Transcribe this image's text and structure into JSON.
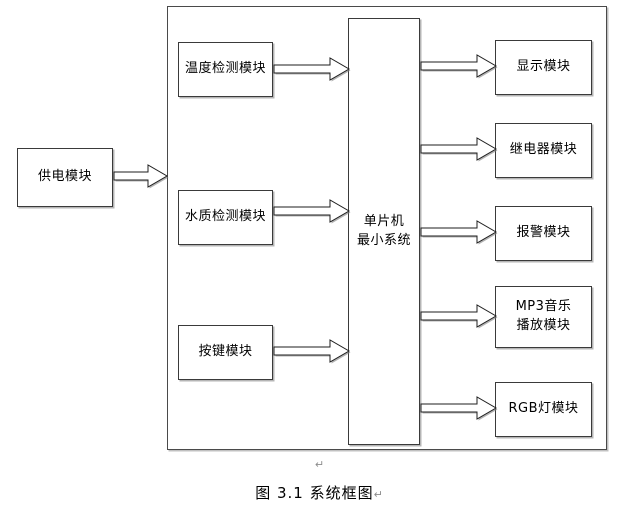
{
  "figure": {
    "type": "block-diagram",
    "caption": "图 3.1 系统框图",
    "caption_pilcrow": "↵",
    "caption_trailing_pilcrow": "↵",
    "colors": {
      "box_border": "#3a3a3a",
      "container_border": "#4a4a4a",
      "arrow_stroke": "#1e1e1e",
      "arrow_fill": "#ffffff",
      "background": "#ffffff",
      "text": "#000000",
      "pilcrow": "#8c8c8c"
    }
  },
  "blocks": {
    "power": {
      "label": "供电模块"
    },
    "mcu": {
      "label": "单片机\n最小系统"
    },
    "inputs": [
      {
        "id": "temp",
        "label": "温度检测模块"
      },
      {
        "id": "water",
        "label": "水质检测模块"
      },
      {
        "id": "key",
        "label": "按键模块"
      }
    ],
    "outputs": [
      {
        "id": "display",
        "label": "显示模块"
      },
      {
        "id": "relay",
        "label": "继电器模块"
      },
      {
        "id": "alarm",
        "label": "报警模块"
      },
      {
        "id": "mp3",
        "label": "MP3音乐\n播放模块"
      },
      {
        "id": "rgb",
        "label": "RGB灯模块"
      }
    ]
  },
  "connections": [
    {
      "id": "power-to-system",
      "from": "供电模块",
      "to": "系统",
      "style": "block-arrow",
      "direction": "right"
    },
    {
      "id": "temp-to-mcu",
      "from": "温度检测模块",
      "to": "单片机最小系统",
      "style": "block-arrow",
      "direction": "right"
    },
    {
      "id": "water-to-mcu",
      "from": "水质检测模块",
      "to": "单片机最小系统",
      "style": "block-arrow",
      "direction": "right"
    },
    {
      "id": "key-to-mcu",
      "from": "按键模块",
      "to": "单片机最小系统",
      "style": "block-arrow",
      "direction": "right"
    },
    {
      "id": "mcu-to-display",
      "from": "单片机最小系统",
      "to": "显示模块",
      "style": "block-arrow",
      "direction": "right"
    },
    {
      "id": "mcu-to-relay",
      "from": "单片机最小系统",
      "to": "继电器模块",
      "style": "block-arrow",
      "direction": "right"
    },
    {
      "id": "mcu-to-alarm",
      "from": "单片机最小系统",
      "to": "报警模块",
      "style": "block-arrow",
      "direction": "right"
    },
    {
      "id": "mcu-to-mp3",
      "from": "单片机最小系统",
      "to": "MP3音乐播放模块",
      "style": "block-arrow",
      "direction": "right"
    },
    {
      "id": "mcu-to-rgb",
      "from": "单片机最小系统",
      "to": "RGB灯模块",
      "style": "block-arrow",
      "direction": "right"
    }
  ]
}
